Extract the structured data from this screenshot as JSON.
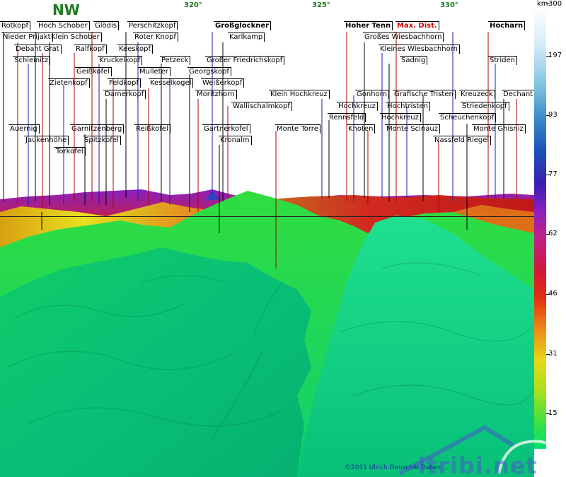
{
  "direction": "NW",
  "degrees": [
    "320°",
    "325°",
    "330°"
  ],
  "scale": {
    "unit": "km",
    "ticks": [
      "300",
      "197",
      "93",
      "77",
      "62",
      "46",
      "31",
      "15"
    ]
  },
  "credit": "©2011 Ulrich Deuschle   Daten: ...",
  "logo_text": "Itribi.net",
  "colors": {
    "label_line_black": "#000000",
    "label_line_red": "#c00000",
    "label_line_blue": "#1a1ab0",
    "terrain_near": "#00dd77",
    "terrain_mid": "#e0d020",
    "terrain_far": "#d02020"
  },
  "peaks": [
    {
      "name": "Rotkopf",
      "style": "normal"
    },
    {
      "name": "Hoch Schober",
      "style": "normal"
    },
    {
      "name": "Glödis",
      "style": "normal"
    },
    {
      "name": "Perschitzkopf",
      "style": "normal"
    },
    {
      "name": "Großglockner",
      "style": "bold"
    },
    {
      "name": "Hoher Tenn",
      "style": "bold"
    },
    {
      "name": "Max. Dist.",
      "style": "red"
    },
    {
      "name": "Hocharn",
      "style": "bold"
    },
    {
      "name": "Nieder Prijakt",
      "style": "normal"
    },
    {
      "name": "Klein Schober",
      "style": "normal"
    },
    {
      "name": "Roter Knopf",
      "style": "normal"
    },
    {
      "name": "Karlkamp",
      "style": "normal"
    },
    {
      "name": "Großes Wiesbachhorn",
      "style": "normal"
    },
    {
      "name": "Debant Grat",
      "style": "normal"
    },
    {
      "name": "Ralfkopf",
      "style": "normal"
    },
    {
      "name": "Keeskopf",
      "style": "normal"
    },
    {
      "name": "Kleines Wiesbachhorn",
      "style": "normal"
    },
    {
      "name": "Schleinitz",
      "style": "normal"
    },
    {
      "name": "Kruckelkopf",
      "style": "normal"
    },
    {
      "name": "Petzeck",
      "style": "normal"
    },
    {
      "name": "Großer Friedrichskopf",
      "style": "normal"
    },
    {
      "name": "Sadnig",
      "style": "normal"
    },
    {
      "name": "Striden",
      "style": "normal"
    },
    {
      "name": "Geißkofel",
      "style": "normal"
    },
    {
      "name": "Mulleter",
      "style": "normal"
    },
    {
      "name": "Georgskopf",
      "style": "normal"
    },
    {
      "name": "Zietenkopf",
      "style": "normal"
    },
    {
      "name": "Feldkopf",
      "style": "normal"
    },
    {
      "name": "Kesselkogel",
      "style": "normal"
    },
    {
      "name": "Weißerkopf",
      "style": "normal"
    },
    {
      "name": "Damerkopf",
      "style": "normal"
    },
    {
      "name": "Moritzhorn",
      "style": "normal"
    },
    {
      "name": "Klein Hochkreuz",
      "style": "normal"
    },
    {
      "name": "Gonhorn",
      "style": "normal"
    },
    {
      "name": "Grafische Tristen",
      "style": "normal"
    },
    {
      "name": "Kreuzeck",
      "style": "normal"
    },
    {
      "name": "Dechant",
      "style": "normal"
    },
    {
      "name": "Hochkreuz",
      "style": "normal"
    },
    {
      "name": "Hochtristen",
      "style": "normal"
    },
    {
      "name": "Striedenkopf",
      "style": "normal"
    },
    {
      "name": "Wallischalmkopf",
      "style": "normal"
    },
    {
      "name": "Rennsfeld",
      "style": "normal"
    },
    {
      "name": "Hochkreuz",
      "style": "normal"
    },
    {
      "name": "Scheuchenkopf",
      "style": "normal"
    },
    {
      "name": "Auernig",
      "style": "normal"
    },
    {
      "name": "Garnitzenberg",
      "style": "normal"
    },
    {
      "name": "Reißkofel",
      "style": "normal"
    },
    {
      "name": "Gartnerkofel",
      "style": "normal"
    },
    {
      "name": "Monte Torre",
      "style": "normal"
    },
    {
      "name": "Knoten",
      "style": "normal"
    },
    {
      "name": "Monte Scinauz",
      "style": "normal"
    },
    {
      "name": "Monte Ghisniz",
      "style": "normal"
    },
    {
      "name": "Jaukenhöhe",
      "style": "normal"
    },
    {
      "name": "Spitzkofel",
      "style": "normal"
    },
    {
      "name": "Kronalm",
      "style": "normal"
    },
    {
      "name": "Nassfeld Riegel",
      "style": "normal"
    },
    {
      "name": "Torkofel",
      "style": "normal"
    }
  ]
}
